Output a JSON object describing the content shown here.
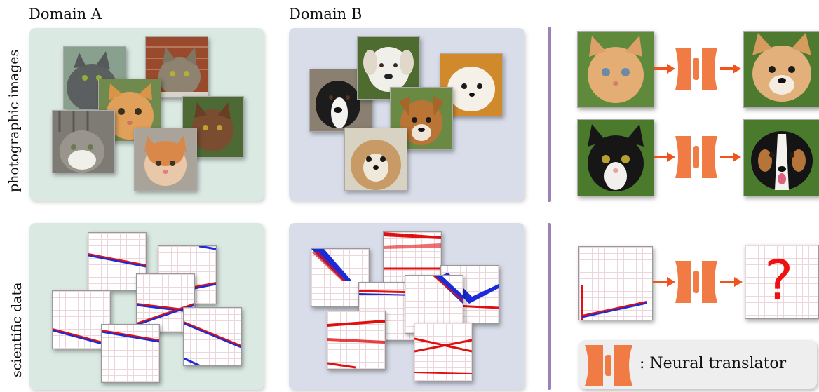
{
  "headers": {
    "domain_a": "Domain A",
    "domain_b": "Domain B"
  },
  "row_labels": {
    "photographic": "photographic images",
    "scientific": "scientific data"
  },
  "legend": {
    "text": ": Neural translator"
  },
  "question_mark": "?",
  "colors": {
    "panel_a": "#dbe9e3",
    "panel_b": "#d8dde9",
    "separator": "#9a82b4",
    "translator": "#f07b45",
    "arrow": "#f0541e",
    "line_red": "#e01010",
    "line_blue": "#1a2bdc"
  },
  "photos": {
    "domain_a": [
      "grey-cat",
      "tabby-cat",
      "orange-kitten",
      "brown-cat",
      "tabby-white-cat",
      "orange-white-kitten"
    ],
    "domain_b": [
      "black-white-dog",
      "white-dog",
      "white-small-dog",
      "brown-puppy",
      "shih-tzu"
    ],
    "translations": [
      {
        "input": "orange-kitten",
        "output": "fluffy-dog"
      },
      {
        "input": "black-white-cat",
        "output": "sheltie-dog"
      }
    ]
  }
}
